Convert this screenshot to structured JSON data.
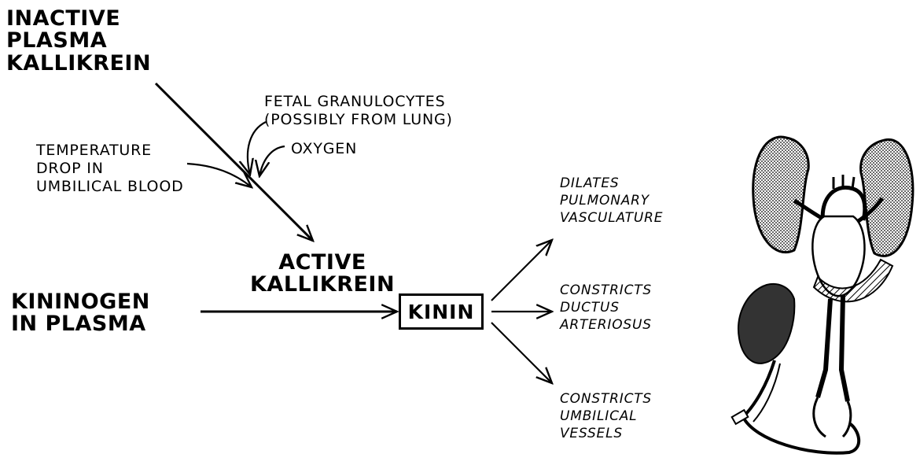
{
  "labels": {
    "inactive_kallikrein": "INACTIVE\nPLASMA\nKALLIKREIN",
    "fetal_granulocytes": "FETAL GRANULOCYTES\n(POSSIBLY FROM LUNG)",
    "oxygen": "OXYGEN",
    "temperature_drop": "TEMPERATURE\nDROP IN\nUMBILICAL BLOOD",
    "active_kallikrein": "ACTIVE\nKALLIKREIN",
    "kininogen": "KININOGEN\nIN PLASMA",
    "kinin": "KININ"
  },
  "effects": [
    "DILATES\nPULMONARY\nVASCULATURE",
    "CONSTRICTS\nDUCTUS\nARTERIOSUS",
    "CONSTRICTS\nUMBILICAL\nVESSELS"
  ],
  "illustration": "fetal-circulation-illustration"
}
